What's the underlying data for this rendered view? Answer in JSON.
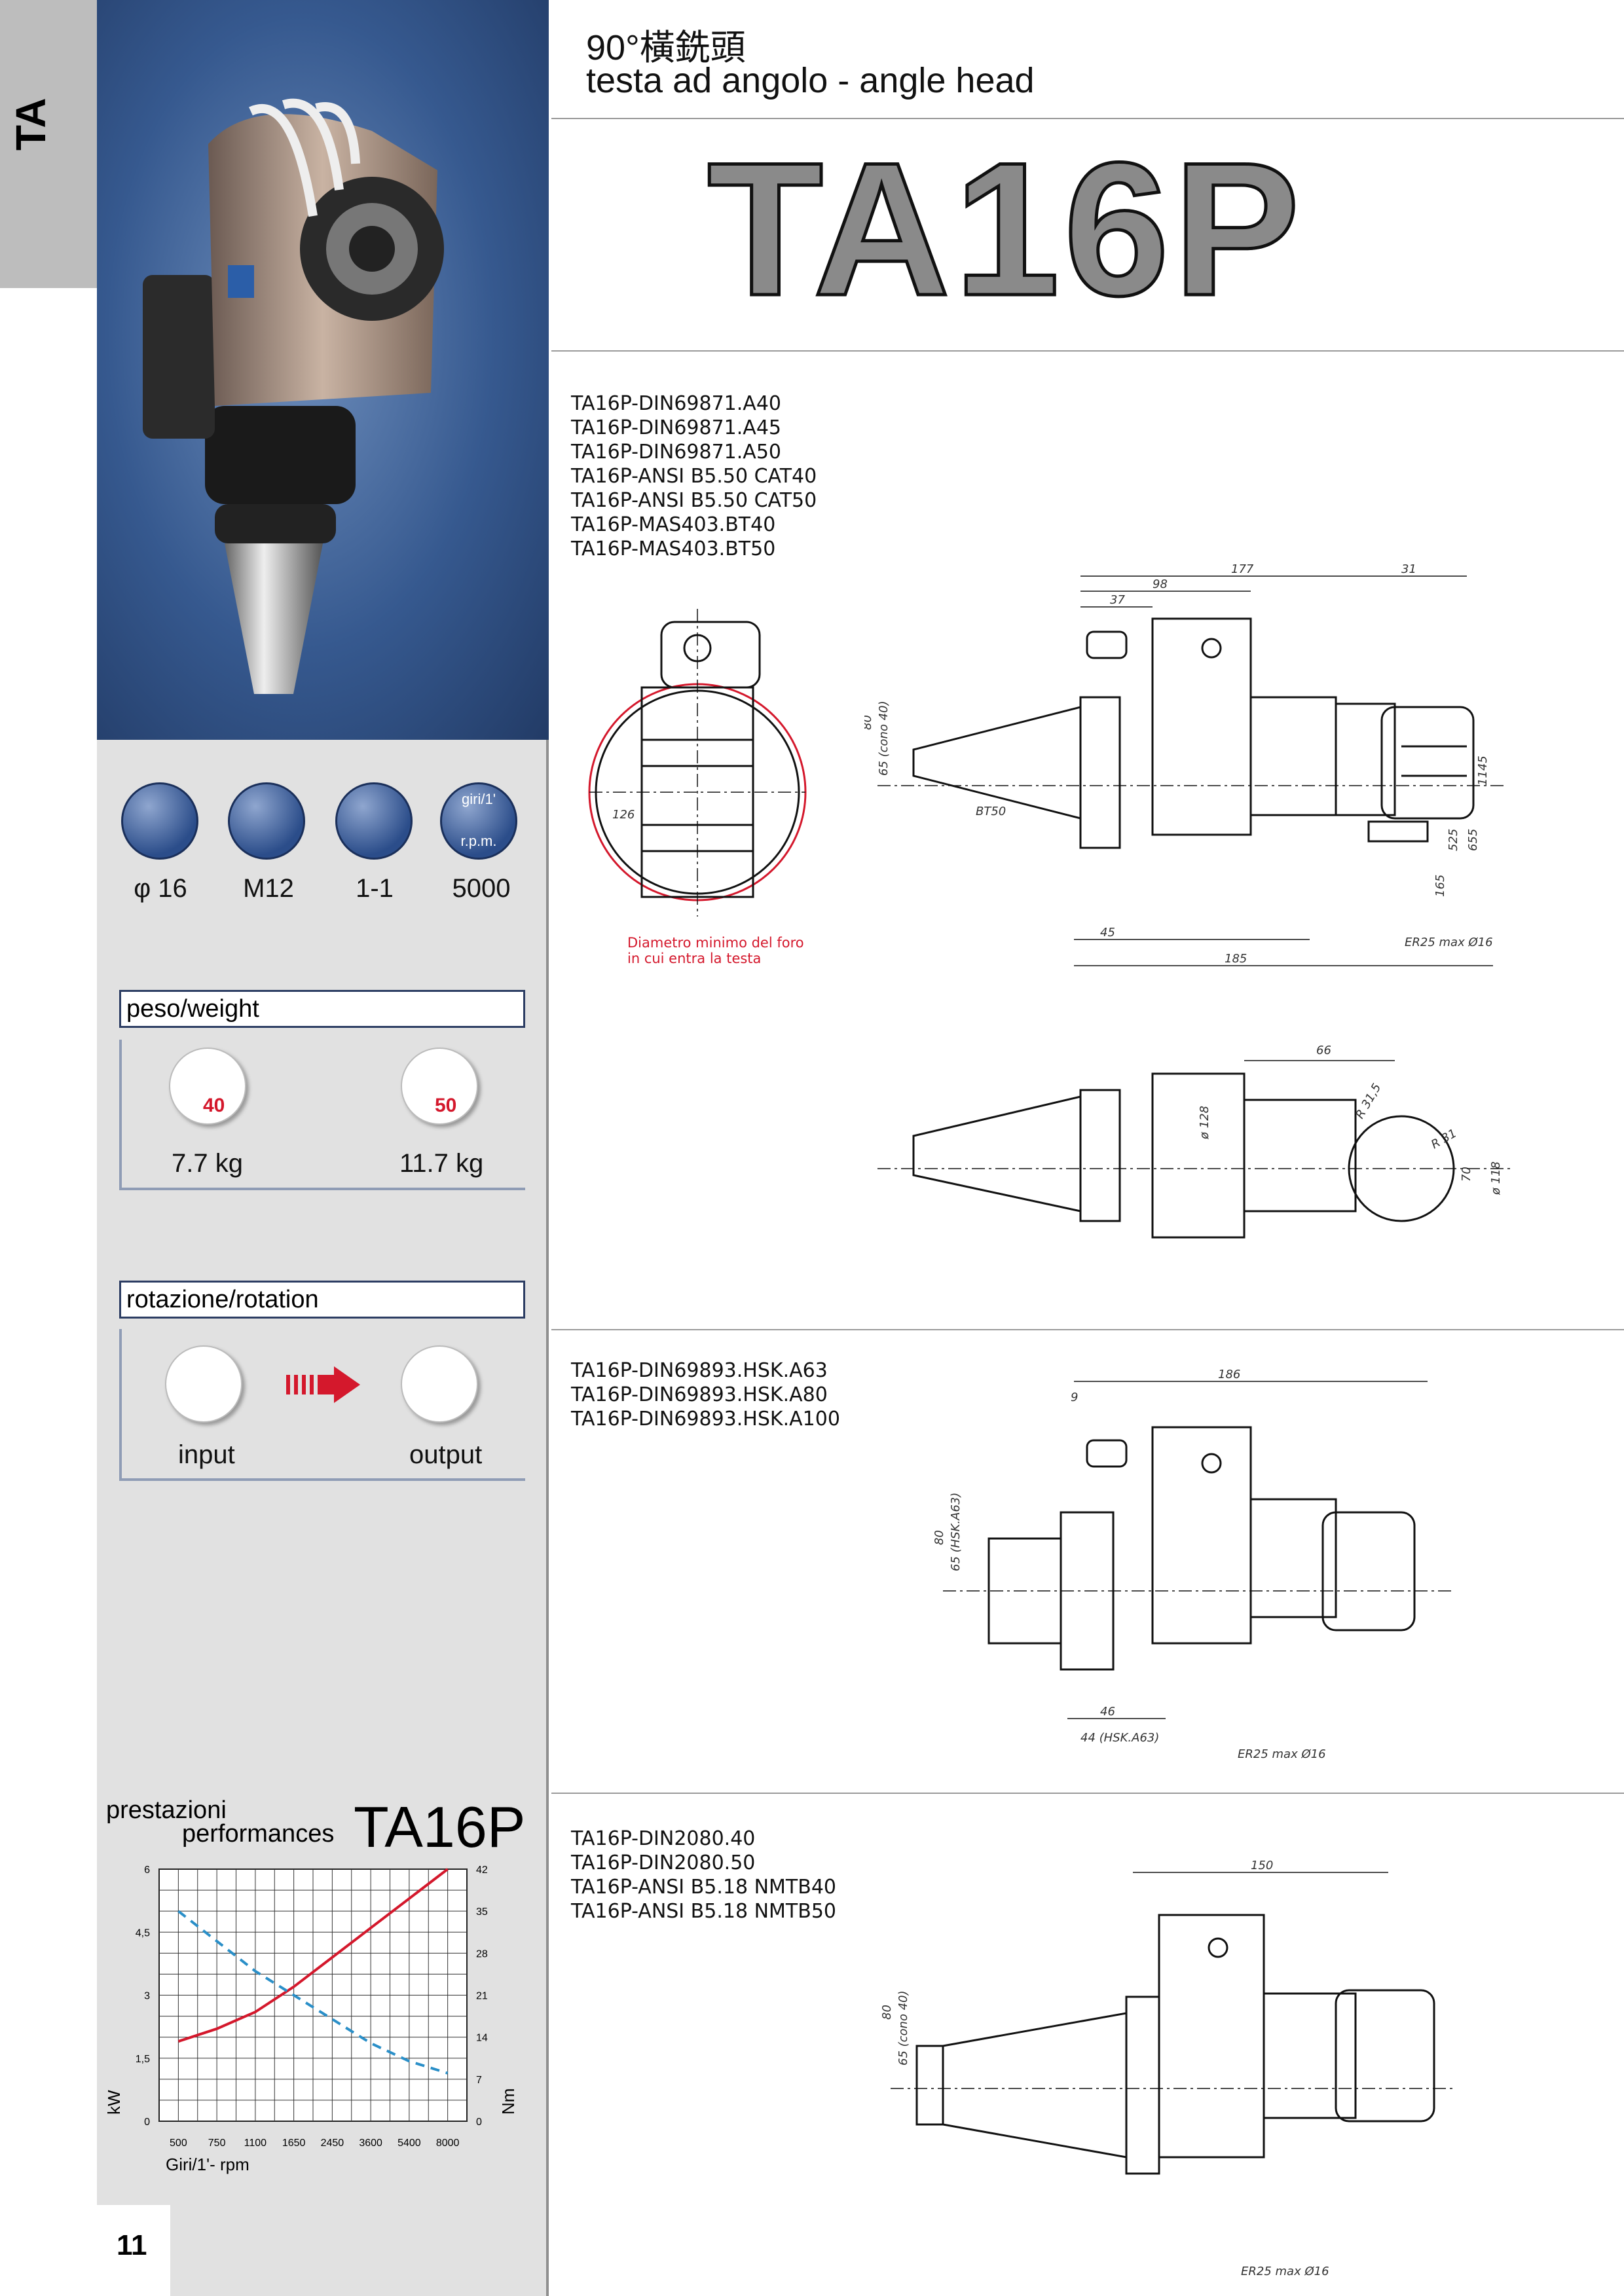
{
  "tab_label": "TA",
  "header": {
    "title_cn": "90°橫銑頭",
    "title_it_en": "testa ad angolo - angle head",
    "model": "TA16P"
  },
  "specs": [
    {
      "icon": "drill-bit-icon",
      "label": "φ 16"
    },
    {
      "icon": "tap-icon",
      "label": "M12"
    },
    {
      "icon": "gear-ratio-icon",
      "label": "1-1"
    },
    {
      "icon": "rpm-icon",
      "label": "5000",
      "icon_text_top": "giri/1'",
      "icon_text_bottom": "r.p.m."
    }
  ],
  "weight": {
    "title": "peso/weight",
    "items": [
      {
        "badge": "40",
        "value": "7.7 kg"
      },
      {
        "badge": "50",
        "value": "11.7 kg"
      }
    ]
  },
  "rotation": {
    "title": "rotazione/rotation",
    "input_label": "input",
    "output_label": "output"
  },
  "codes_group1": [
    "TA16P-DIN69871.A40",
    "TA16P-DIN69871.A45",
    "TA16P-DIN69871.A50",
    "TA16P-ANSI B5.50 CAT40",
    "TA16P-ANSI B5.50 CAT50",
    "TA16P-MAS403.BT40",
    "TA16P-MAS403.BT50"
  ],
  "codes_group2": [
    "TA16P-DIN69893.HSK.A63",
    "TA16P-DIN69893.HSK.A80",
    "TA16P-DIN69893.HSK.A100"
  ],
  "codes_group3": [
    "TA16P-DIN2080.40",
    "TA16P-DIN2080.50",
    "TA16P-ANSI B5.18 NMTB40",
    "TA16P-ANSI B5.18 NMTB50"
  ],
  "drawing1": {
    "note_line1": "Diametro minimo del foro",
    "note_line2": "in cui entra la testa",
    "dims": [
      "177",
      "31",
      "98",
      "37",
      "80",
      "65 (cono 40)",
      "BT50",
      "126",
      "1145",
      "655",
      "525",
      "165",
      "45",
      "185",
      "ER25 max Ø16"
    ]
  },
  "drawing2": {
    "dims": [
      "66",
      "ø 128",
      "R 31,5",
      "R 31",
      "70",
      "ø 118"
    ]
  },
  "drawing3": {
    "dims": [
      "186",
      "9",
      "80",
      "65 (HSK.A63)",
      "46",
      "44 (HSK.A63)",
      "ER25 max Ø16"
    ]
  },
  "drawing4": {
    "dims": [
      "150",
      "80",
      "65 (cono 40)",
      "ER25 max Ø16"
    ]
  },
  "performance": {
    "title_line1": "prestazioni",
    "title_line2": "performances",
    "model": "TA16P",
    "ylabel_left": "kW",
    "ylabel_right": "Nm",
    "xlabel": "Giri/1'- rpm"
  },
  "chart_data": {
    "type": "line",
    "categories": [
      "500",
      "750",
      "1100",
      "1650",
      "2450",
      "3600",
      "5400",
      "8000"
    ],
    "series": [
      {
        "axis": "left",
        "color": "#d4182c",
        "style": "solid",
        "values": [
          1.9,
          2.2,
          2.6,
          3.2,
          3.9,
          4.6,
          5.3,
          6.0
        ]
      },
      {
        "axis": "right",
        "color": "#2a8fc8",
        "style": "dashed",
        "values": [
          35,
          30,
          25,
          21,
          17,
          13,
          10,
          8
        ]
      }
    ],
    "y_left_ticks": [
      "0",
      "1,5",
      "3",
      "4,5",
      "6"
    ],
    "y_left_range": [
      0,
      6
    ],
    "y_right_ticks": [
      "0",
      "7",
      "14",
      "21",
      "28",
      "35",
      "42"
    ],
    "y_right_range": [
      0,
      42
    ],
    "xlabel": "Giri/1'- rpm",
    "ylabel_left": "kW",
    "ylabel_right": "Nm",
    "grid": true
  },
  "page_number": "11"
}
